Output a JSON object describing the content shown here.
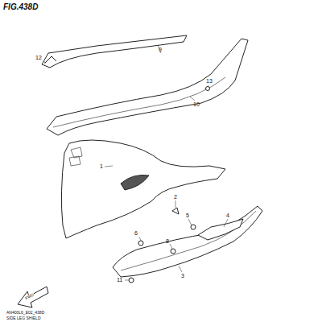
{
  "diagram": {
    "title": "FIG.438D",
    "labels": [
      "12",
      "9",
      "13",
      "10",
      "1",
      "2",
      "5",
      "4",
      "6",
      "8",
      "3",
      "11",
      "FWD",
      "AN400L6_E02_438D",
      "SIDE LEG SHIELD"
    ]
  }
}
